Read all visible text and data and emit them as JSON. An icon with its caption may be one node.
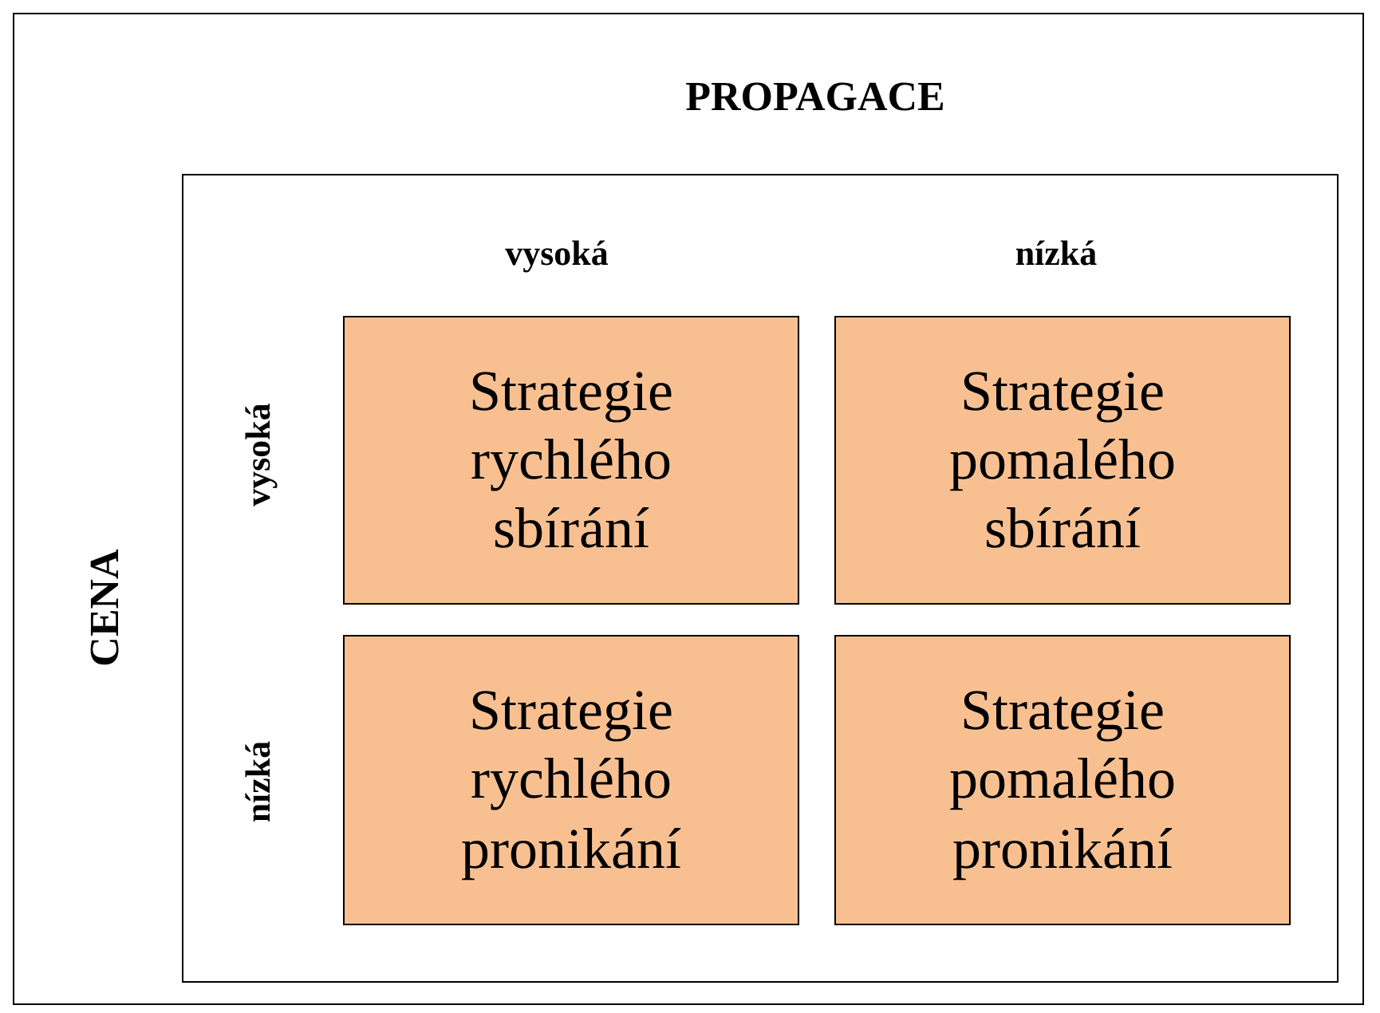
{
  "diagram": {
    "nodes": [
      {
        "text": [
          "PROPAGACE",
          "CENA"
        ]
      },
      {
        "text": [
          "vysoká",
          "nízká",
          "vysoká",
          "nízká"
        ],
        "in": 0
      },
      {
        "text": [
          "Strategie rychlého sbírání"
        ],
        "in": 1
      },
      {
        "text": [
          "Strategie pomalého sbírání"
        ],
        "in": 1
      },
      {
        "text": [
          "Strategie rychlého pronikání"
        ],
        "in": 1
      },
      {
        "text": [
          "Strategie pomalého pronikání"
        ],
        "in": 1
      }
    ]
  }
}
